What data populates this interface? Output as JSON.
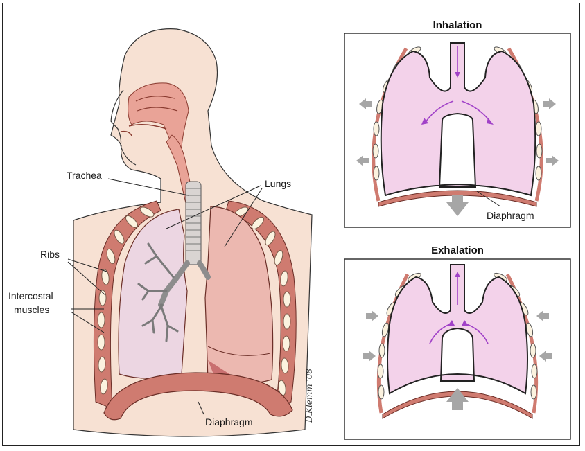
{
  "labels": {
    "trachea": "Trachea",
    "lungs": "Lungs",
    "ribs": "Ribs",
    "intercostal_line1": "Intercostal",
    "intercostal_line2": "muscles",
    "diaphragm_main": "Diaphragm"
  },
  "panels": {
    "inhalation": {
      "title": "Inhalation",
      "diaphragm_label": "Diaphragm"
    },
    "exhalation": {
      "title": "Exhalation"
    }
  },
  "signature": "D.Klemm '08",
  "colors": {
    "skin": "#f7e1d3",
    "lung_left": "#ecd6e2",
    "lung_right": "#ecb8b0",
    "muscle": "#cf7b70",
    "airway": "#e9a397",
    "panel_lung": "#f3d2ea",
    "arrow_purple": "#a142c8",
    "arrow_gray": "#a6a6a6"
  }
}
